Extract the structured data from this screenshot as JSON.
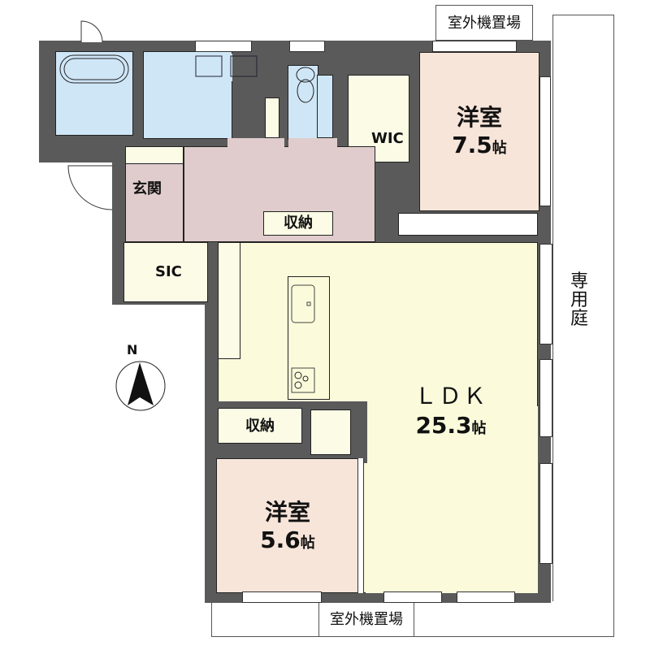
{
  "floorplan": {
    "outdoor_unit_top": "室外機置場",
    "outdoor_unit_bottom": "室外機置場",
    "private_garden": "専用庭",
    "compass": {
      "label": "N"
    },
    "rooms": {
      "western_room_1": {
        "name": "洋室",
        "size": "7.5",
        "unit": "帖"
      },
      "western_room_2": {
        "name": "洋室",
        "size": "5.6",
        "unit": "帖"
      },
      "ldk": {
        "name": "ＬＤＫ",
        "size": "25.3",
        "unit": "帖"
      },
      "wic": {
        "name": "WIC"
      },
      "sic": {
        "name": "SIC"
      },
      "entrance": {
        "name": "玄関"
      },
      "storage_hall": {
        "name": "収納"
      },
      "storage_ldk": {
        "name": "収納"
      }
    },
    "colors": {
      "wall": "#5a5a5a",
      "wet_area": "#cfe6f7",
      "western_room": "#f7e5d9",
      "ldk": "#fbfbdc",
      "hallway": "#e0cccc",
      "closet": "#fbfbe6"
    }
  }
}
